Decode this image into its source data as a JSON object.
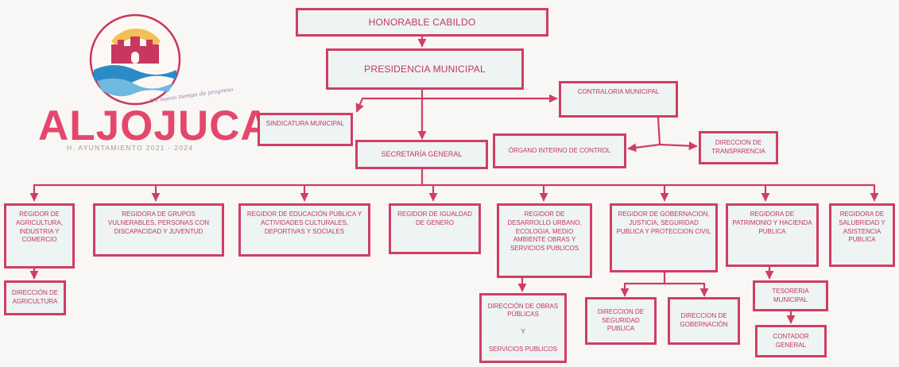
{
  "logo": {
    "wordmark": "ALJOJUCA",
    "subtitle": "H. AYUNTAMIENTO 2021 - 2024",
    "motto": "Un nuevo tiempo de progreso",
    "colors": {
      "primary": "#e6466c",
      "sea": "#2b8bc6",
      "sun": "#f2b53b",
      "castle": "#c8375e"
    }
  },
  "colors": {
    "line": "#d03e64",
    "box_fill": "#eef3f3",
    "text": "#c2375c"
  },
  "nodes": {
    "cabildo": "HONORABLE CABILDO",
    "presidencia": "PRESIDENCIA MUNICIPAL",
    "sindicatura": "SINDICATURA MUNICIPAL",
    "contraloria": "CONTRALORIA MUNICIPAL",
    "secretaria": "SECRETARÍA GENERAL",
    "organo": "ÓRGANO INTERNO DE CONTROL",
    "transparencia": "DIRECCION DE TRANSPARENCIA",
    "reg_agricultura": "REGIDOR DE AGRICULTURA, INDUSTRIA Y COMERCIO",
    "reg_grupos": "REGIDORA DE GRUPOS VULNERABLES, PERSONAS CON DISCAPACIDAD Y JUVENTUD",
    "reg_educacion": "REGIDOR DE EDUCACIÓN PUBLICA Y ACTIVIDADES CULTURALES, DEPORTIVAS Y SOCIALES",
    "reg_igualdad": "REGIDOR DE IGUALDAD DE GENERO",
    "reg_desarrollo": "REGIDOR DE DESARROLLO URBANO, ECOLOGIA, MEDIO AMBIENTE OBRAS Y SERVICIOS PUBLICOS",
    "reg_gobernacion": "REGIDOR DE GOBERNACION, JUSTICIA, SEGURIDAD PUBLICA Y PROTECCION CIVIL",
    "reg_patrimonio": "REGIDORA DE PATRIMONIO Y HACIENDA PUBLICA",
    "reg_salubridad": "REGIDORA DE SALUBRIDAD Y ASISTENCIA PUBLICA",
    "dir_agricultura": "DIRECCIÓN DE AGRICULTURA",
    "dir_obras": "DIRECCIÓN DE OBRAS PÚBLICAS\n\nY\n\nSERVICIOS PUBLICOS",
    "dir_seguridad": "DIRECCION DE SEGURIDAD PUBLICA",
    "dir_gobernacion": "DIRECCION DE GOBERNACIÓN",
    "tesoreria": "TESORERIA MUNICIPAL",
    "contador": "CONTADOR GENERAL"
  }
}
